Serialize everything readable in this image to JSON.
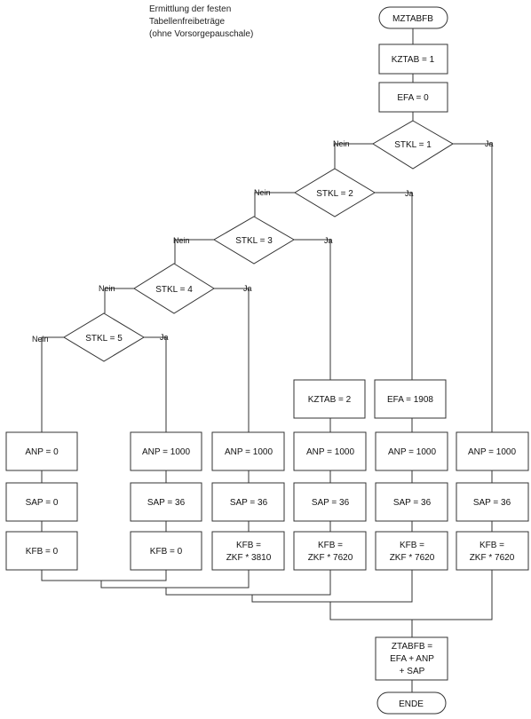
{
  "title": [
    "Ermittlung der festen",
    "Tabellenfreibeträge",
    "(ohne Vorsorgepauschale)"
  ],
  "start": "MZTABFB",
  "end": "ENDE",
  "kztab1": "KZTAB = 1",
  "efa0": "EFA = 0",
  "decisions": [
    {
      "text": "STKL = 1",
      "no": "Nein",
      "yes": "Ja"
    },
    {
      "text": "STKL = 2",
      "no": "Nein",
      "yes": "Ja"
    },
    {
      "text": "STKL = 3",
      "no": "Nein",
      "yes": "Ja"
    },
    {
      "text": "STKL = 4",
      "no": "Nein",
      "yes": "Ja"
    },
    {
      "text": "STKL = 5",
      "no": "Nein",
      "yes": "Ja"
    }
  ],
  "pre_boxes": [
    "KZTAB = 2",
    "EFA = 1908"
  ],
  "columns": [
    {
      "anp": "ANP = 0",
      "sap": "SAP = 0",
      "kfb": [
        "KFB = 0"
      ]
    },
    {
      "anp": "ANP = 1000",
      "sap": "SAP = 36",
      "kfb": [
        "KFB = 0"
      ]
    },
    {
      "anp": "ANP = 1000",
      "sap": "SAP = 36",
      "kfb": [
        "KFB =",
        "ZKF * 3810"
      ]
    },
    {
      "anp": "ANP = 1000",
      "sap": "SAP = 36",
      "kfb": [
        "KFB =",
        "ZKF * 7620"
      ]
    },
    {
      "anp": "ANP = 1000",
      "sap": "SAP = 36",
      "kfb": [
        "KFB =",
        "ZKF * 7620"
      ]
    },
    {
      "anp": "ANP = 1000",
      "sap": "SAP = 36",
      "kfb": [
        "KFB =",
        "ZKF * 7620"
      ]
    }
  ],
  "final": [
    "ZTABFB =",
    "EFA + ANP",
    "+ SAP"
  ]
}
